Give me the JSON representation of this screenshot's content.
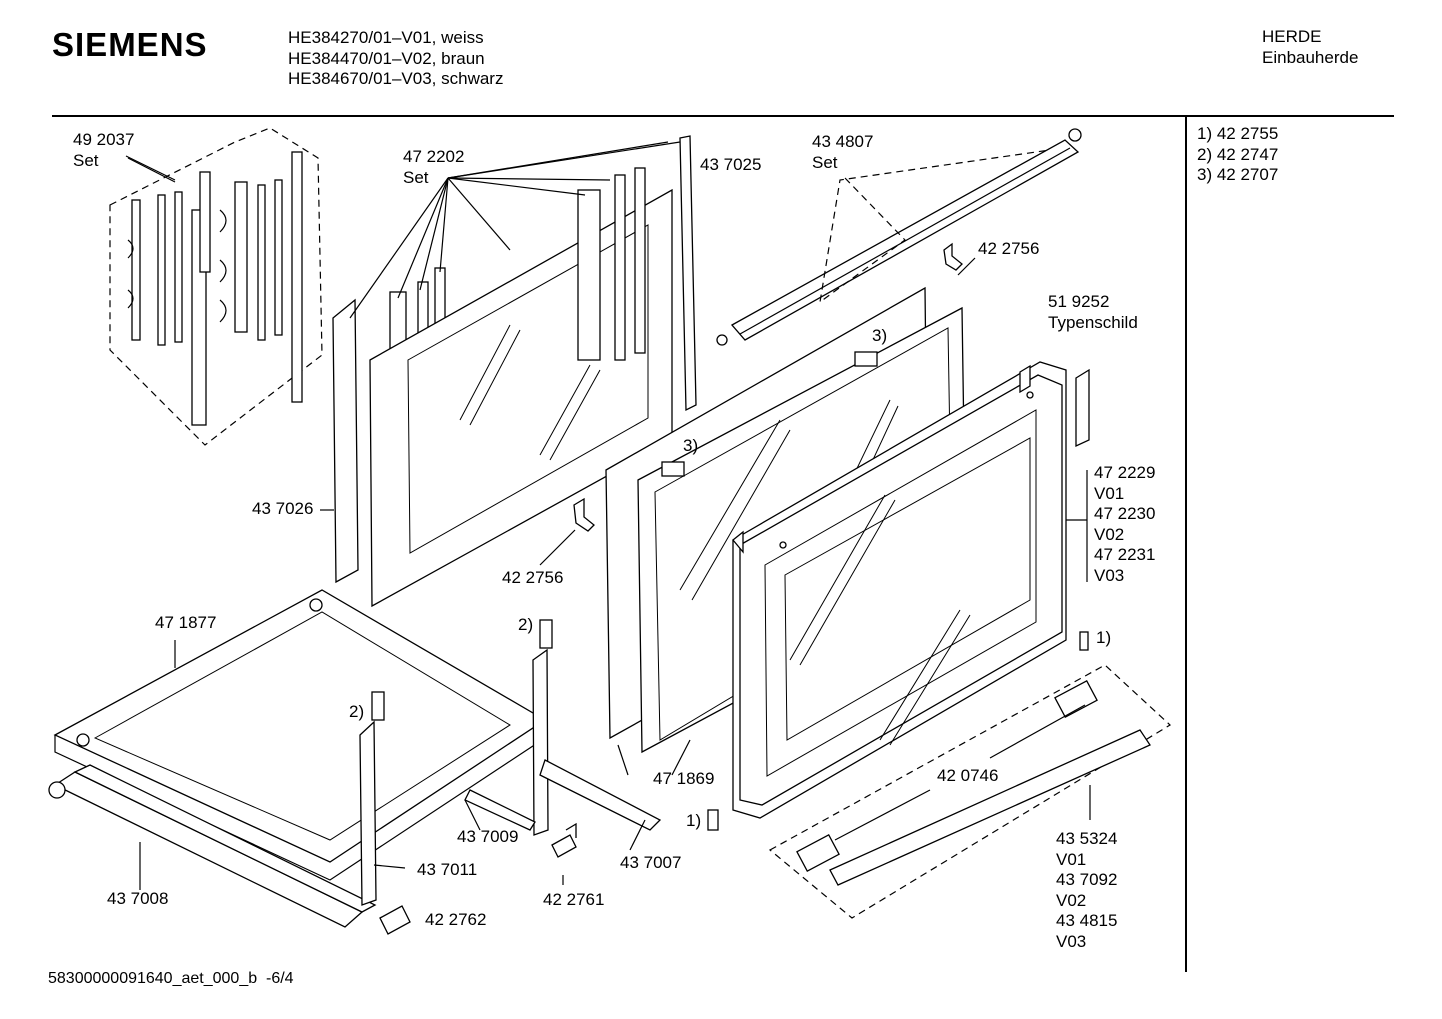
{
  "header": {
    "brand": "SIEMENS",
    "models": [
      "HE384270/01–V01, weiss",
      "HE384470/01–V02, braun",
      "HE384670/01–V03, schwarz"
    ],
    "category": "HERDE",
    "subcategory": "Einbauherde"
  },
  "legend": [
    "1) 42 2755",
    "2) 42 2747",
    "3) 42 2707"
  ],
  "labels": {
    "l492037": [
      "49 2037",
      "Set"
    ],
    "l472202": [
      "47 2202",
      "Set"
    ],
    "l437025": [
      "43 7025"
    ],
    "l434807": [
      "43 4807",
      "Set"
    ],
    "l422756a": [
      "42 2756"
    ],
    "l519252": [
      "51 9252",
      "Typenschild"
    ],
    "l3a": [
      "3)"
    ],
    "l3b": [
      "3)"
    ],
    "l437026": [
      "43 7026"
    ],
    "l422756b": [
      "42 2756"
    ],
    "l472229": [
      "47 2229",
      "V01",
      "47 2230",
      "V02",
      "47 2231",
      "V03"
    ],
    "l1a": [
      "1)"
    ],
    "l471877": [
      "47 1877"
    ],
    "l2a": [
      "2)"
    ],
    "l2b": [
      "2)"
    ],
    "l471869": [
      "47 1869"
    ],
    "l420746": [
      "42 0746"
    ],
    "l437009": [
      "43 7009"
    ],
    "l1b": [
      "1)"
    ],
    "l437007": [
      "43 7007"
    ],
    "l437011": [
      "43 7011"
    ],
    "l435324": [
      "43 5324",
      "V01",
      "43 7092",
      "V02",
      "43 4815",
      "V03"
    ],
    "l437008": [
      "43 7008"
    ],
    "l422761": [
      "42 2761"
    ],
    "l422762": [
      "42 2762"
    ]
  },
  "footer": {
    "code": "58300000091640_aet_000_b",
    "page": "-6/4"
  }
}
